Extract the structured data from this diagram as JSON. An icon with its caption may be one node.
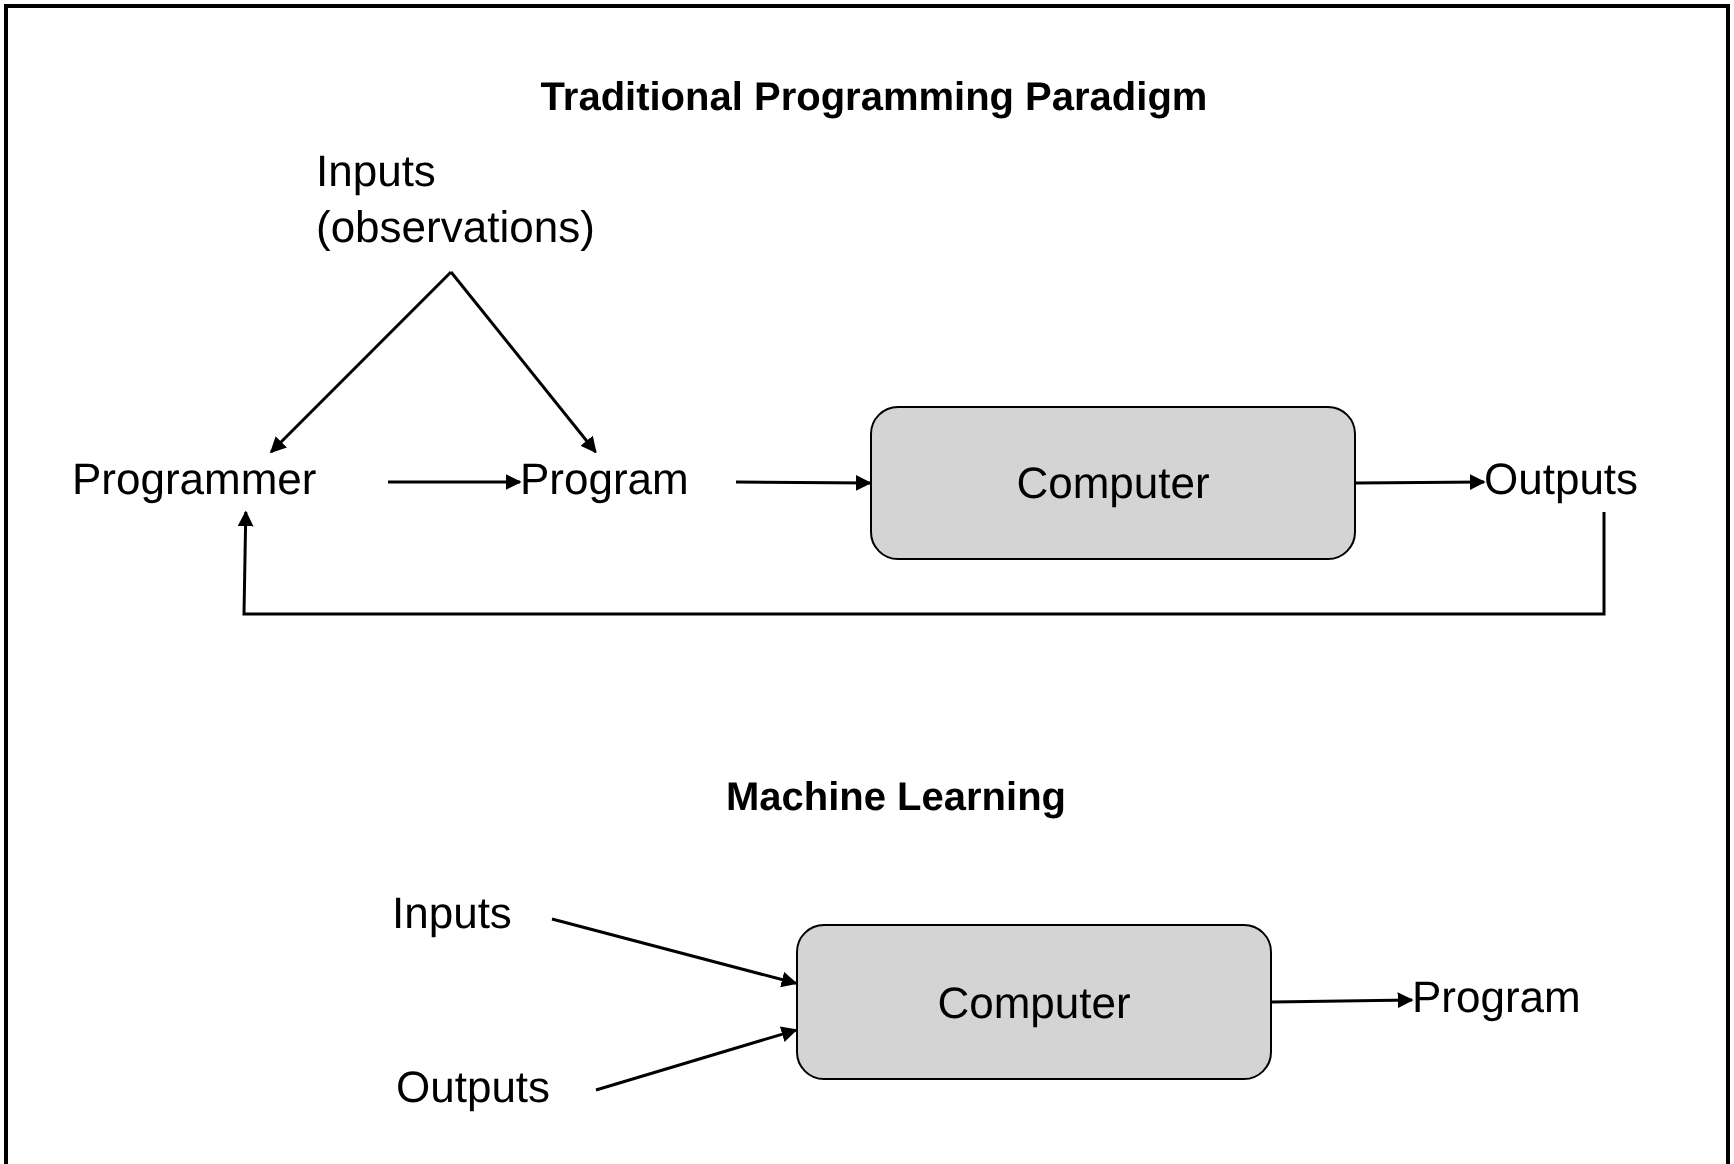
{
  "diagram": {
    "title": "Traditional Programming Paradigm",
    "nodes": [
      {
        "text": [
          "Inputs (observations)"
        ]
      },
      {
        "text": [
          "Programmer"
        ]
      },
      {
        "text": [
          "Program"
        ]
      },
      {
        "text": [
          "Computer"
        ]
      },
      {
        "text": [
          "Outputs"
        ]
      },
      {
        "text": [
          "Inputs"
        ]
      },
      {
        "text": [
          "Outputs"
        ]
      },
      {
        "text": [
          "Computer"
        ]
      },
      {
        "text": [
          "Program"
        ]
      }
    ],
    "edges": [
      {
        "from": 0,
        "to": 1,
        "arrow": "to"
      },
      {
        "from": 0,
        "to": 2,
        "arrow": "to"
      },
      {
        "from": 1,
        "to": 2,
        "arrow": "to"
      },
      {
        "from": 2,
        "to": 3,
        "arrow": "to"
      },
      {
        "from": 3,
        "to": 4,
        "arrow": "to"
      },
      {
        "from": 4,
        "to": 1,
        "arrow": "to"
      },
      {
        "from": 5,
        "to": 7,
        "arrow": "to"
      },
      {
        "from": 6,
        "to": 7,
        "arrow": "to"
      },
      {
        "from": 7,
        "to": 8,
        "arrow": "to"
      }
    ],
    "labels": [
      "Machine Learning"
    ]
  }
}
